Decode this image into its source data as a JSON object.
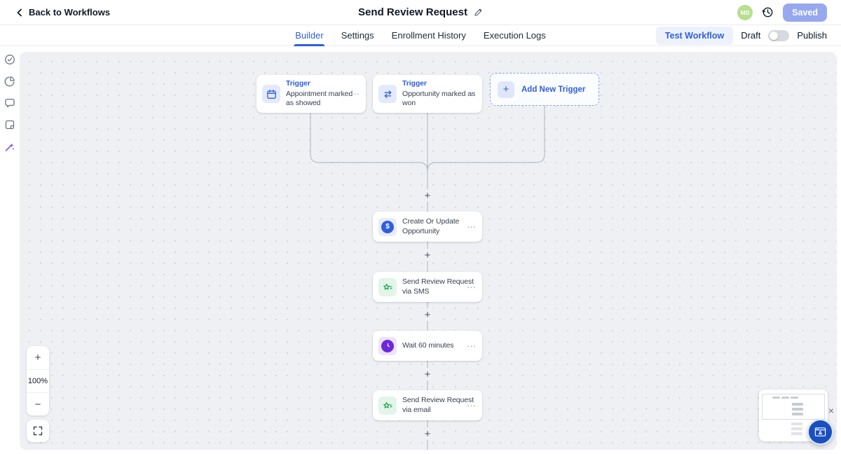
{
  "header": {
    "back_label": "Back to Workflows",
    "title": "Send Review Request",
    "avatar_initials": "MD",
    "saved_label": "Saved"
  },
  "tabs": {
    "items": [
      {
        "label": "Builder",
        "active": true
      },
      {
        "label": "Settings",
        "active": false
      },
      {
        "label": "Enrollment History",
        "active": false
      },
      {
        "label": "Execution Logs",
        "active": false
      }
    ],
    "test_workflow_label": "Test Workflow",
    "draft_label": "Draft",
    "publish_label": "Publish",
    "toggle_state": "off"
  },
  "sidebar": {
    "icons": [
      "check-circle",
      "pie-chart",
      "chat-bubble",
      "note",
      "magic-wand"
    ]
  },
  "canvas": {
    "triggers": [
      {
        "badge": "Trigger",
        "title": "Appointment marked as showed",
        "icon": "calendar"
      },
      {
        "badge": "Trigger",
        "title": "Opportunity marked as won",
        "icon": "swap-arrows"
      }
    ],
    "add_trigger_label": "Add New Trigger",
    "actions": [
      {
        "title": "Create Or Update Opportunity",
        "icon": "opportunity-dollar"
      },
      {
        "title": "Send Review Request via SMS",
        "icon": "review-star"
      },
      {
        "title": "Wait 60 minutes",
        "icon": "wait-clock"
      },
      {
        "title": "Send Review Request via email",
        "icon": "review-star"
      }
    ],
    "zoom_level": "100%"
  },
  "symbols": {
    "more": "⋯",
    "add_step": "+",
    "add_trigger_plus": "+",
    "zoom_in": "+",
    "zoom_out": "−",
    "close": "×",
    "dollar": "$"
  },
  "colors": {
    "accent_blue": "#2f5fde",
    "saved_button_bg": "#97a8ef",
    "avatar_green": "#b7df8e",
    "action_green": "#16a34a",
    "wait_purple": "#6d28d9",
    "canvas_bg": "#eef0f3",
    "launcher_blue": "#1b4fc0"
  }
}
